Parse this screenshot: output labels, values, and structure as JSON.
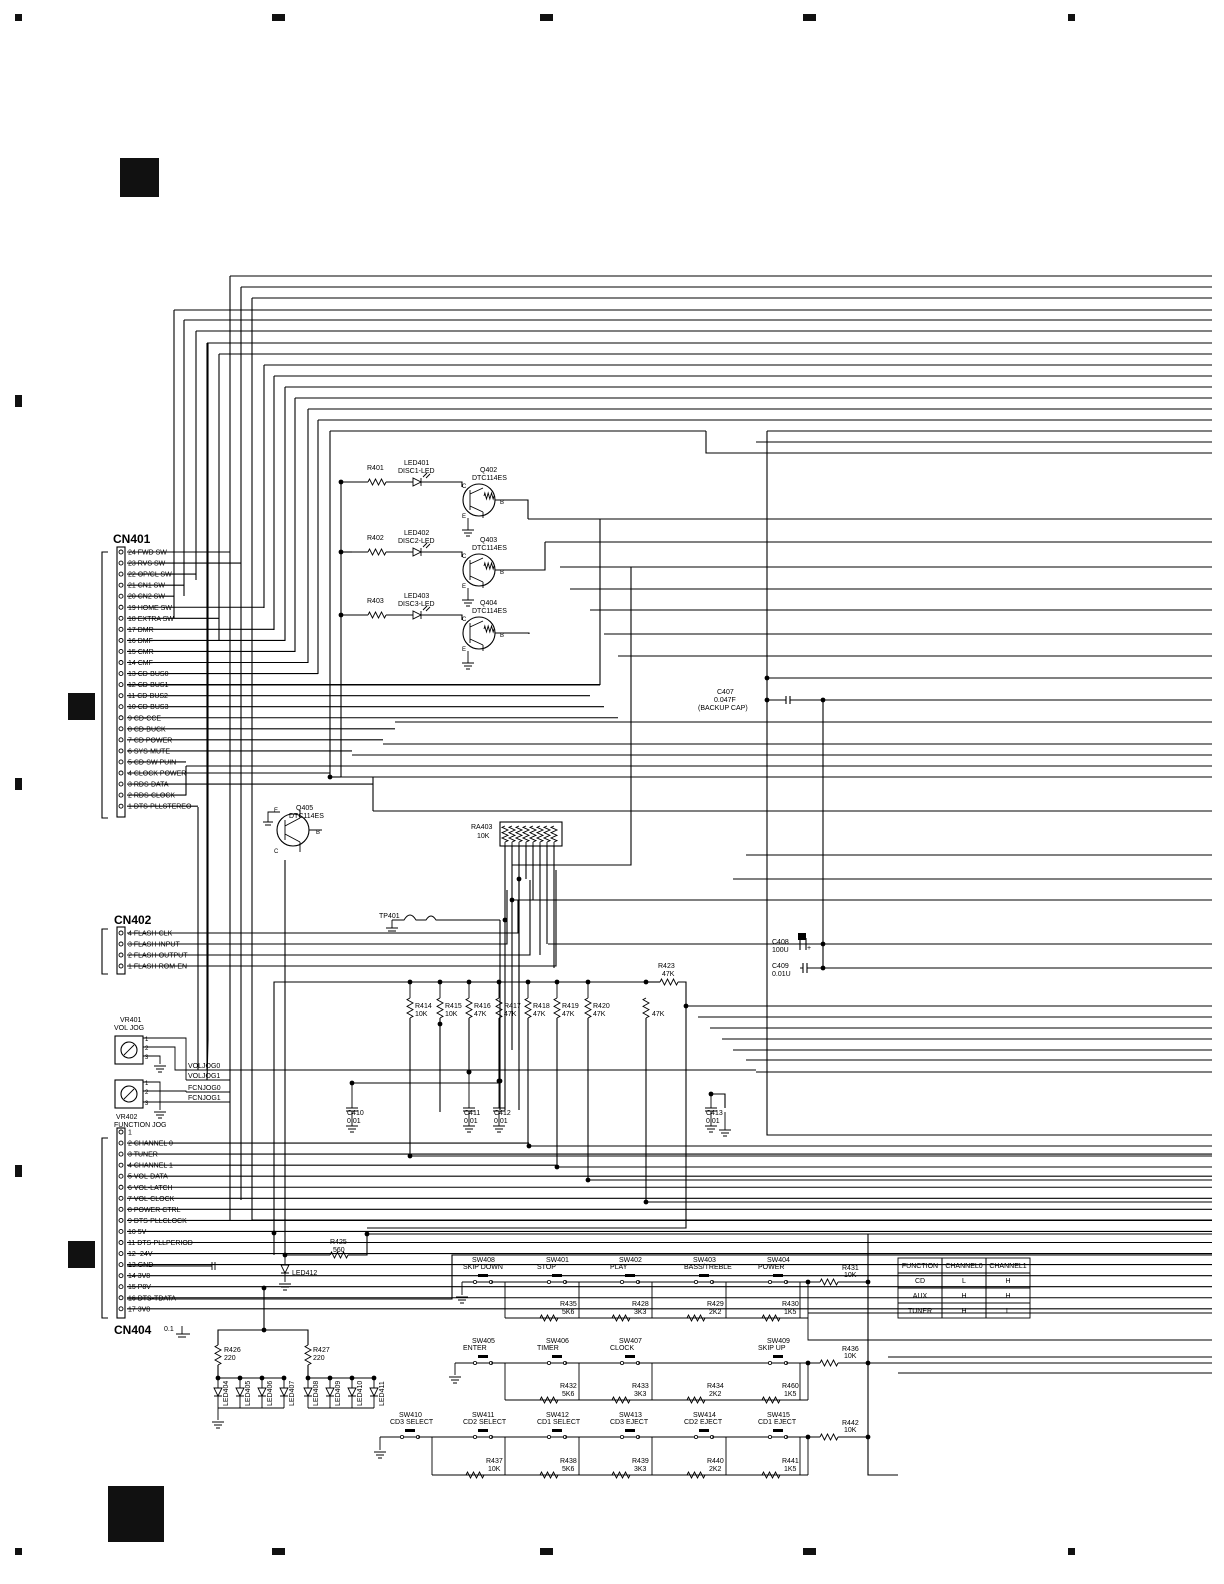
{
  "connectors": {
    "cn401": {
      "name": "CN401",
      "pins": [
        "24 FWD SW",
        "23 RVS SW",
        "22 OP/CL SW",
        "21 CN1 SW",
        "20 CN2 SW",
        "19 HOME SW",
        "18 EXTRA SW",
        "17 DMR",
        "16 DMF",
        "15 CMR",
        "14 CMF",
        "13 CD-BUS0",
        "12 CD-BUS1",
        "11 CD-BUS2",
        "10 CD-BUS3",
        "9 CD-CCE",
        "8 CD-BUCK",
        "7 CD POWER",
        "6 SYS-MUTE",
        "5 CD-SW PUIN",
        "4 CLOCK POWER",
        "3 RDS-DATA",
        "2 RDS-CLOCK",
        "1 DTS-PLLSTEREO"
      ]
    },
    "cn402": {
      "name": "CN402",
      "pins": [
        "4 FLASH-CLK",
        "3 FLASH-INPUT",
        "2 FLASH-OUTPUT",
        "1 FLASH-ROM-EN"
      ]
    },
    "cn404": {
      "name": "CN404",
      "note": "0.1",
      "pins": [
        "1",
        "2 CHANNEL 0",
        "3 TUNER",
        "4 CHANNEL 1",
        "5 VOL-DATA",
        "6 VOL-LATCH",
        "7 VOL-CLOCK",
        "8 POWER CTRL",
        "9 DTS-PLLCLOCK",
        "10 5V",
        "11 DTS-PLLPERIOD",
        "12 -24V",
        "13 GND",
        "14 3V8",
        "15 P8V",
        "16 DTS-TDATA",
        "17 3V8"
      ]
    }
  },
  "leds": [
    {
      "r": "R401",
      "led": "LED401",
      "desc": "DISC1-LED",
      "q": "Q402",
      "part": "DTC114ES"
    },
    {
      "r": "R402",
      "led": "LED402",
      "desc": "DISC2-LED",
      "q": "Q403",
      "part": "DTC114ES"
    },
    {
      "r": "R403",
      "led": "LED403",
      "desc": "DISC3-LED",
      "q": "Q404",
      "part": "DTC114ES"
    }
  ],
  "q405": {
    "name": "Q405",
    "part": "DTC114ES"
  },
  "ra403": {
    "name": "RA403",
    "value": "10K"
  },
  "tp401": "TP401",
  "caps": {
    "c407": {
      "name": "C407",
      "value": "0.047F",
      "note": "(BACKUP CAP)"
    },
    "c408": {
      "name": "C408",
      "value": "100U"
    },
    "c409": {
      "name": "C409",
      "value": "0.01U"
    },
    "c410": {
      "name": "C410",
      "value": "0.01"
    },
    "c411": {
      "name": "C411",
      "value": "0.01"
    },
    "c412": {
      "name": "C412",
      "value": "0.01"
    },
    "c413": {
      "name": "C413",
      "value": "0.01"
    }
  },
  "resistor_bank": [
    {
      "name": "R414",
      "value": "10K"
    },
    {
      "name": "R415",
      "value": "10K"
    },
    {
      "name": "R416",
      "value": "47K"
    },
    {
      "name": "R417",
      "value": "47K"
    },
    {
      "name": "R418",
      "value": "47K"
    },
    {
      "name": "R419",
      "value": "47K"
    },
    {
      "name": "R420",
      "value": "47K"
    }
  ],
  "r423": {
    "name": "R423",
    "value": "47K"
  },
  "r_extra": {
    "value": "47K"
  },
  "r425": {
    "name": "R425",
    "value": "560"
  },
  "r426": {
    "name": "R426",
    "value": "220"
  },
  "r427": {
    "name": "R427",
    "value": "220"
  },
  "led412": "LED412",
  "led_group": [
    "LED404",
    "LED405",
    "LED406",
    "LED407",
    "LED408",
    "LED409",
    "LED410",
    "LED411"
  ],
  "pots": {
    "vr401": {
      "name": "VR401",
      "desc": "VOL JOG"
    },
    "vr402": {
      "name": "VR402",
      "desc": "FUNCTION JOG"
    }
  },
  "jog_nets": [
    "VOLJOG0",
    "VOLJOG1",
    "FCNJOG0",
    "FCNJOG1"
  ],
  "switch_rows": [
    {
      "switches": [
        [
          "SW408",
          "SKIP DOWN"
        ],
        [
          "SW401",
          "STOP"
        ],
        [
          "SW402",
          "PLAY"
        ],
        [
          "SW403",
          "BASS/TREBLE"
        ],
        [
          "SW404",
          "POWER"
        ]
      ],
      "resistors": [
        [
          "R435",
          "5K6"
        ],
        [
          "R428",
          "3K3"
        ],
        [
          "R429",
          "2K2"
        ],
        [
          "R430",
          "1K5"
        ]
      ],
      "end_r": [
        "R431",
        "10K"
      ]
    },
    {
      "switches": [
        [
          "SW405",
          "ENTER"
        ],
        [
          "SW406",
          "TIMER"
        ],
        [
          "SW407",
          "CLOCK"
        ],
        [
          "SW409",
          "SKIP UP"
        ]
      ],
      "resistors": [
        [
          "R432",
          "5K6"
        ],
        [
          "R433",
          "3K3"
        ],
        [
          "R434",
          "2K2"
        ],
        [
          "R460",
          "1K5"
        ]
      ],
      "end_r": [
        "R436",
        "10K"
      ]
    },
    {
      "switches": [
        [
          "SW410",
          "CD3 SELECT"
        ],
        [
          "SW411",
          "CD2 SELECT"
        ],
        [
          "SW412",
          "CD1 SELECT"
        ],
        [
          "SW413",
          "CD3 EJECT"
        ],
        [
          "SW414",
          "CD2 EJECT"
        ],
        [
          "SW415",
          "CD1 EJECT"
        ]
      ],
      "resistors": [
        [
          "R437",
          "10K"
        ],
        [
          "R438",
          "5K6"
        ],
        [
          "R439",
          "3K3"
        ],
        [
          "R440",
          "2K2"
        ],
        [
          "R441",
          "1K5"
        ]
      ],
      "end_r": [
        "R442",
        "10K"
      ]
    }
  ],
  "function_table": {
    "headers": [
      "FUNCTION",
      "CHANNEL0",
      "CHANNEL1"
    ],
    "rows": [
      [
        "CD",
        "L",
        "H"
      ],
      [
        "AUX",
        "H",
        "H"
      ],
      [
        "TUNER",
        "H",
        "L"
      ]
    ]
  }
}
